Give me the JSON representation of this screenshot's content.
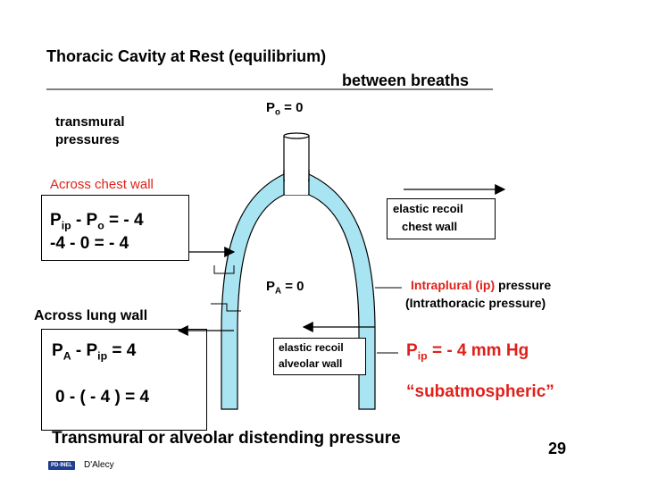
{
  "title": {
    "line1": "Thoracic Cavity at Rest (equilibrium)",
    "line2": "between breaths"
  },
  "po_label": {
    "p": "P",
    "sub": "o",
    "rest": " = 0"
  },
  "transmural": {
    "line1": "transmural",
    "line2": "pressures"
  },
  "chest_wall": {
    "heading": "Across chest wall",
    "eq1": {
      "p1": "P",
      "s1": "ip",
      "mid": " - P",
      "s2": "o",
      "rest": " =  - 4"
    },
    "eq2": "-4  -  0  =  - 4"
  },
  "elastic_chest": {
    "line1": "elastic recoil",
    "line2": "chest wall"
  },
  "pa_label": {
    "p": "P",
    "sub": "A",
    "rest": " = 0"
  },
  "intrapleural": {
    "red_part": "Intraplural (ip)",
    "black_part": " pressure",
    "line2": "(Intrathoracic pressure)"
  },
  "lung_wall": {
    "heading": "Across lung wall",
    "eq1": {
      "p1": "P",
      "s1": "A",
      "mid": " - P",
      "s2": "ip",
      "rest": "  =  4"
    },
    "eq2": "0 - ( - 4 ) = 4"
  },
  "elastic_alveolar": {
    "line1": "elastic  recoil",
    "line2": "alveolar wall"
  },
  "pip_value": {
    "p": "P",
    "sub": "ip",
    "rest": " =  - 4 mm Hg"
  },
  "subatmospheric": "“subatmospheric”",
  "bottom_label": "Transmural or alveolar distending pressure",
  "slide_number": "29",
  "footer": {
    "logo_text": "PD·INEL",
    "author": "D'Alecy"
  },
  "colors": {
    "cavity_fill": "#a9e4f2",
    "red_text": "#e0201a",
    "logo": "#1f3f8f"
  }
}
